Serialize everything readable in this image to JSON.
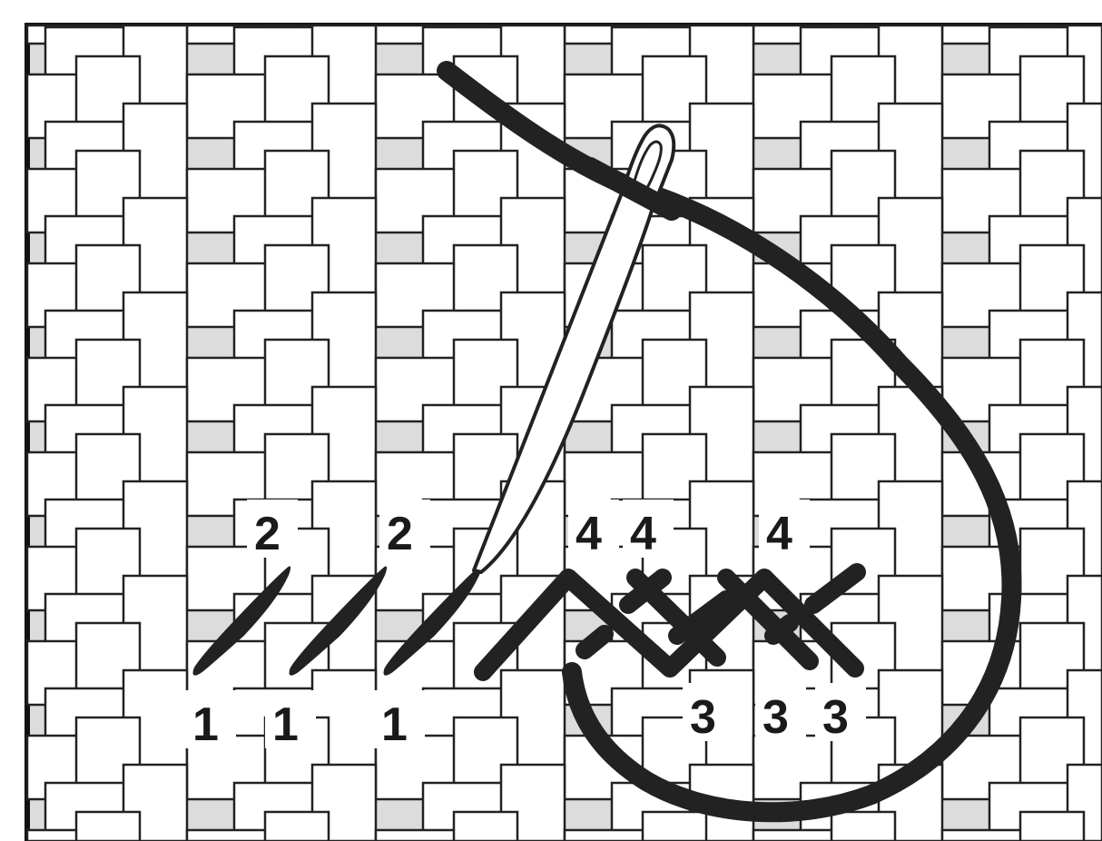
{
  "diagram": {
    "colors": {
      "canvas": "#dcdcdc",
      "block": "#ffffff",
      "block_stroke": "#222222",
      "thread": "#222222",
      "needle_fill": "#ffffff",
      "needle_stroke": "#222222",
      "label": "#1a1a1a"
    },
    "icons": {
      "needle": "needle-icon",
      "thread": "thread-icon"
    },
    "labels": {
      "top": [
        "2",
        "2",
        "4",
        "4",
        "4"
      ],
      "bottom": [
        "1",
        "1",
        "1",
        "3",
        "3",
        "3"
      ]
    }
  }
}
